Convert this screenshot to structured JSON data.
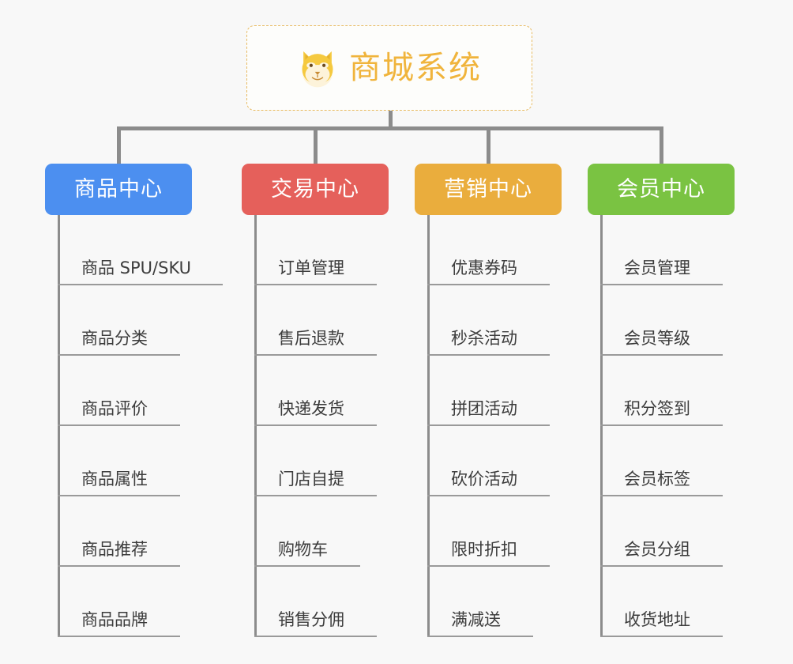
{
  "diagram": {
    "type": "mind-map",
    "background_color": "#f8f8f8",
    "root": {
      "title": "商城系统",
      "icon": "shiba-dog-face-icon",
      "text_color": "#f0b43c",
      "border_color": "#e8bb63",
      "background_color": "#fdfdfb"
    },
    "connector_color": "#8c8c8c",
    "branches": [
      {
        "label": "商品中心",
        "color": "#4c8ff0",
        "items": [
          "商品 SPU/SKU",
          "商品分类",
          "商品评价",
          "商品属性",
          "商品推荐",
          "商品品牌"
        ]
      },
      {
        "label": "交易中心",
        "color": "#e5605b",
        "items": [
          "订单管理",
          "售后退款",
          "快递发货",
          "门店自提",
          "购物车",
          "销售分佣"
        ]
      },
      {
        "label": "营销中心",
        "color": "#eaad3d",
        "items": [
          "优惠券码",
          "秒杀活动",
          "拼团活动",
          "砍价活动",
          "限时折扣",
          "满减送"
        ]
      },
      {
        "label": "会员中心",
        "color": "#7ac342",
        "items": [
          "会员管理",
          "会员等级",
          "积分签到",
          "会员标签",
          "会员分组",
          "收货地址"
        ]
      }
    ]
  }
}
